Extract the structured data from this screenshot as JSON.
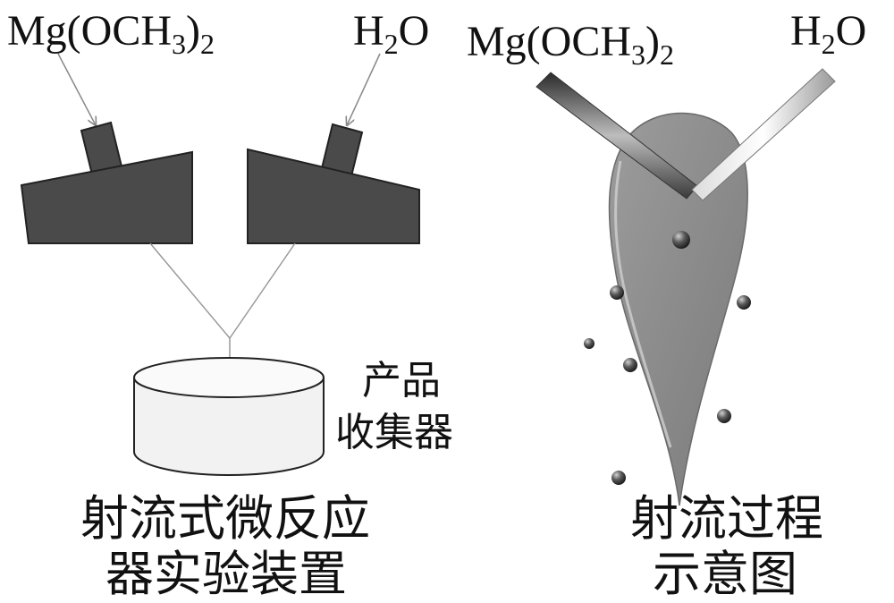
{
  "left_panel": {
    "reagent_a": {
      "base": "Mg(OCH",
      "sub1": "3",
      "mid": ")",
      "sub2": "2"
    },
    "reagent_b": {
      "base": "H",
      "sub": "2",
      "tail": "O"
    },
    "collector_label": {
      "line1": "产品",
      "line2": "收集器"
    },
    "caption": {
      "line1": "射流式微反应",
      "line2": "器实验装置"
    }
  },
  "right_panel": {
    "reagent_a": {
      "base": "Mg(OCH",
      "sub1": "3",
      "mid": ")",
      "sub2": "2"
    },
    "reagent_b": {
      "base": "H",
      "sub": "2",
      "tail": "O"
    },
    "caption": {
      "line1": "射流过程",
      "line2": "示意图"
    }
  },
  "colors": {
    "nozzle_fill": "#4a4a4a",
    "jet_fill": "#8c8c8c",
    "collector_fill": "#f2f2f2",
    "line_color": "#999999"
  }
}
